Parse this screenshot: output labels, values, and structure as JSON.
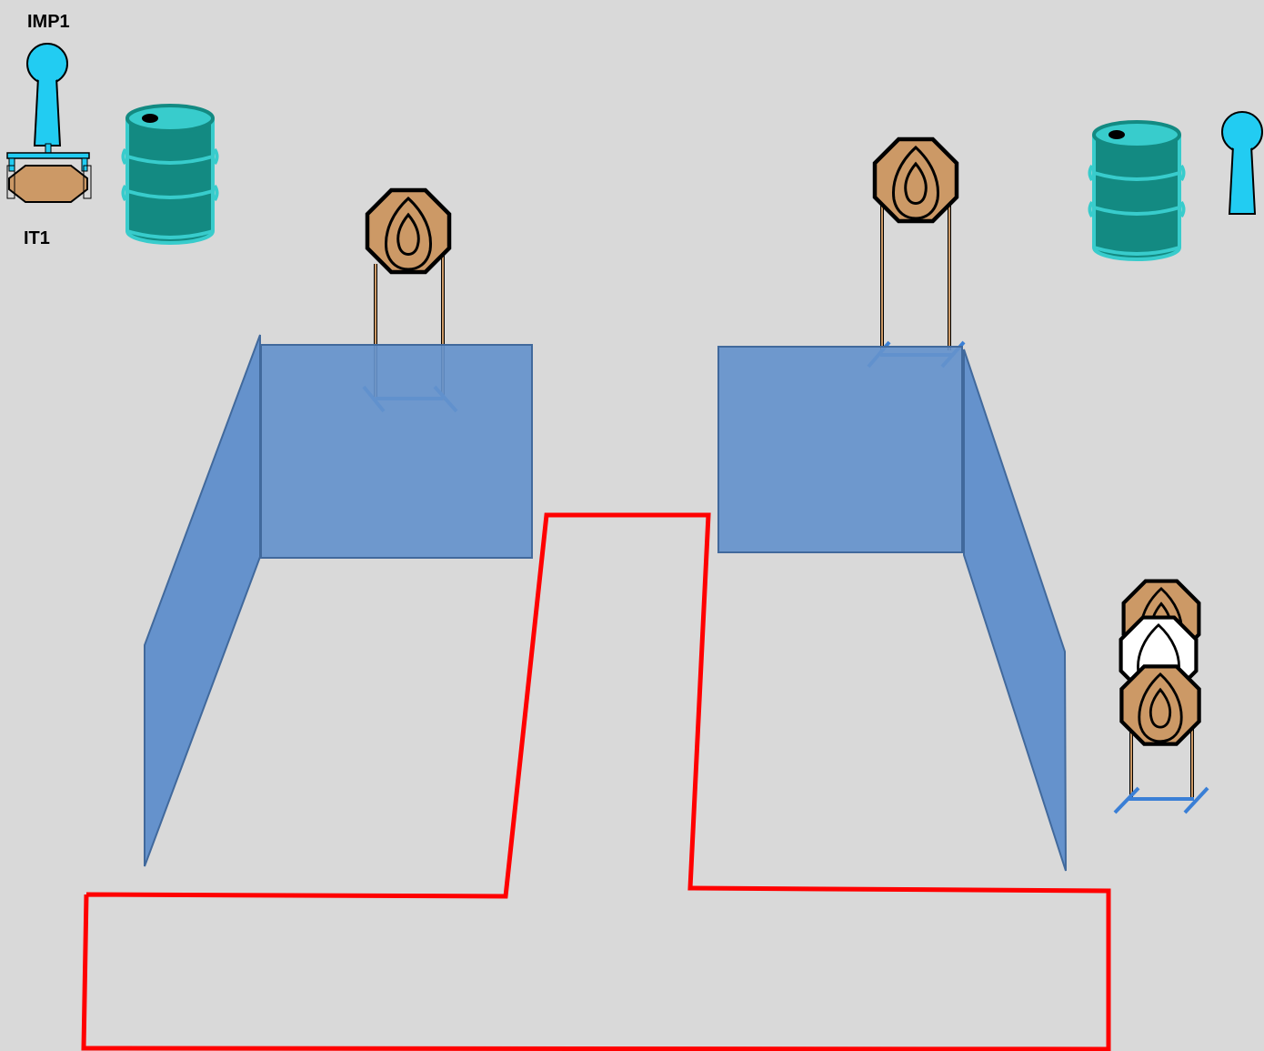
{
  "labels": {
    "popper_label": "IMP1",
    "target_label": "IT1"
  },
  "colors": {
    "background": "#d9d9d9",
    "wall_fill": "#6592cc",
    "wall_stroke": "#41699c",
    "fault_line": "#ff0000",
    "target_tan": "#cc9966",
    "barrel_teal": "#138a82",
    "barrel_top": "#38cccc",
    "popper_blue": "#22ccf2",
    "stand_blue": "#3a7fd6",
    "no_shoot_white": "#ffffff"
  },
  "icons": [
    "popper-icon",
    "activator-target-icon",
    "barrel-icon",
    "steel-target-icon",
    "target-stand-icon",
    "no-shoot-target-icon",
    "wall-icon",
    "fault-line"
  ]
}
